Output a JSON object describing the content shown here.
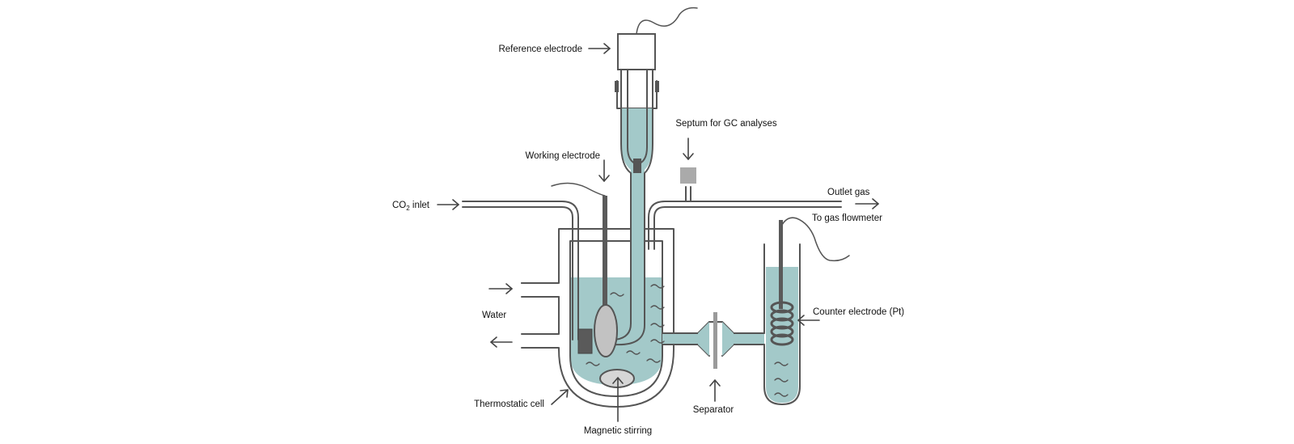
{
  "labels": {
    "reference_electrode": "Reference electrode",
    "septum": "Septum for GC analyses",
    "working_electrode": "Working electrode",
    "co2_prefix": "CO",
    "co2_subscript": "2",
    "co2_suffix": " inlet",
    "outlet_gas": "Outlet gas",
    "to_gas_flowmeter": "To gas flowmeter",
    "water": "Water",
    "counter_electrode": "Counter electrode (Pt)",
    "thermostatic_cell": "Thermostatic cell",
    "separator": "Separator",
    "magnetic_stirring": "Magnetic stirring"
  },
  "colors": {
    "solution": "#a3c9c9",
    "line": "#555555",
    "electrode_dark": "#5a5a5a",
    "septum_grey": "#aaaaaa",
    "stir_bar": "#d6d6d6"
  }
}
